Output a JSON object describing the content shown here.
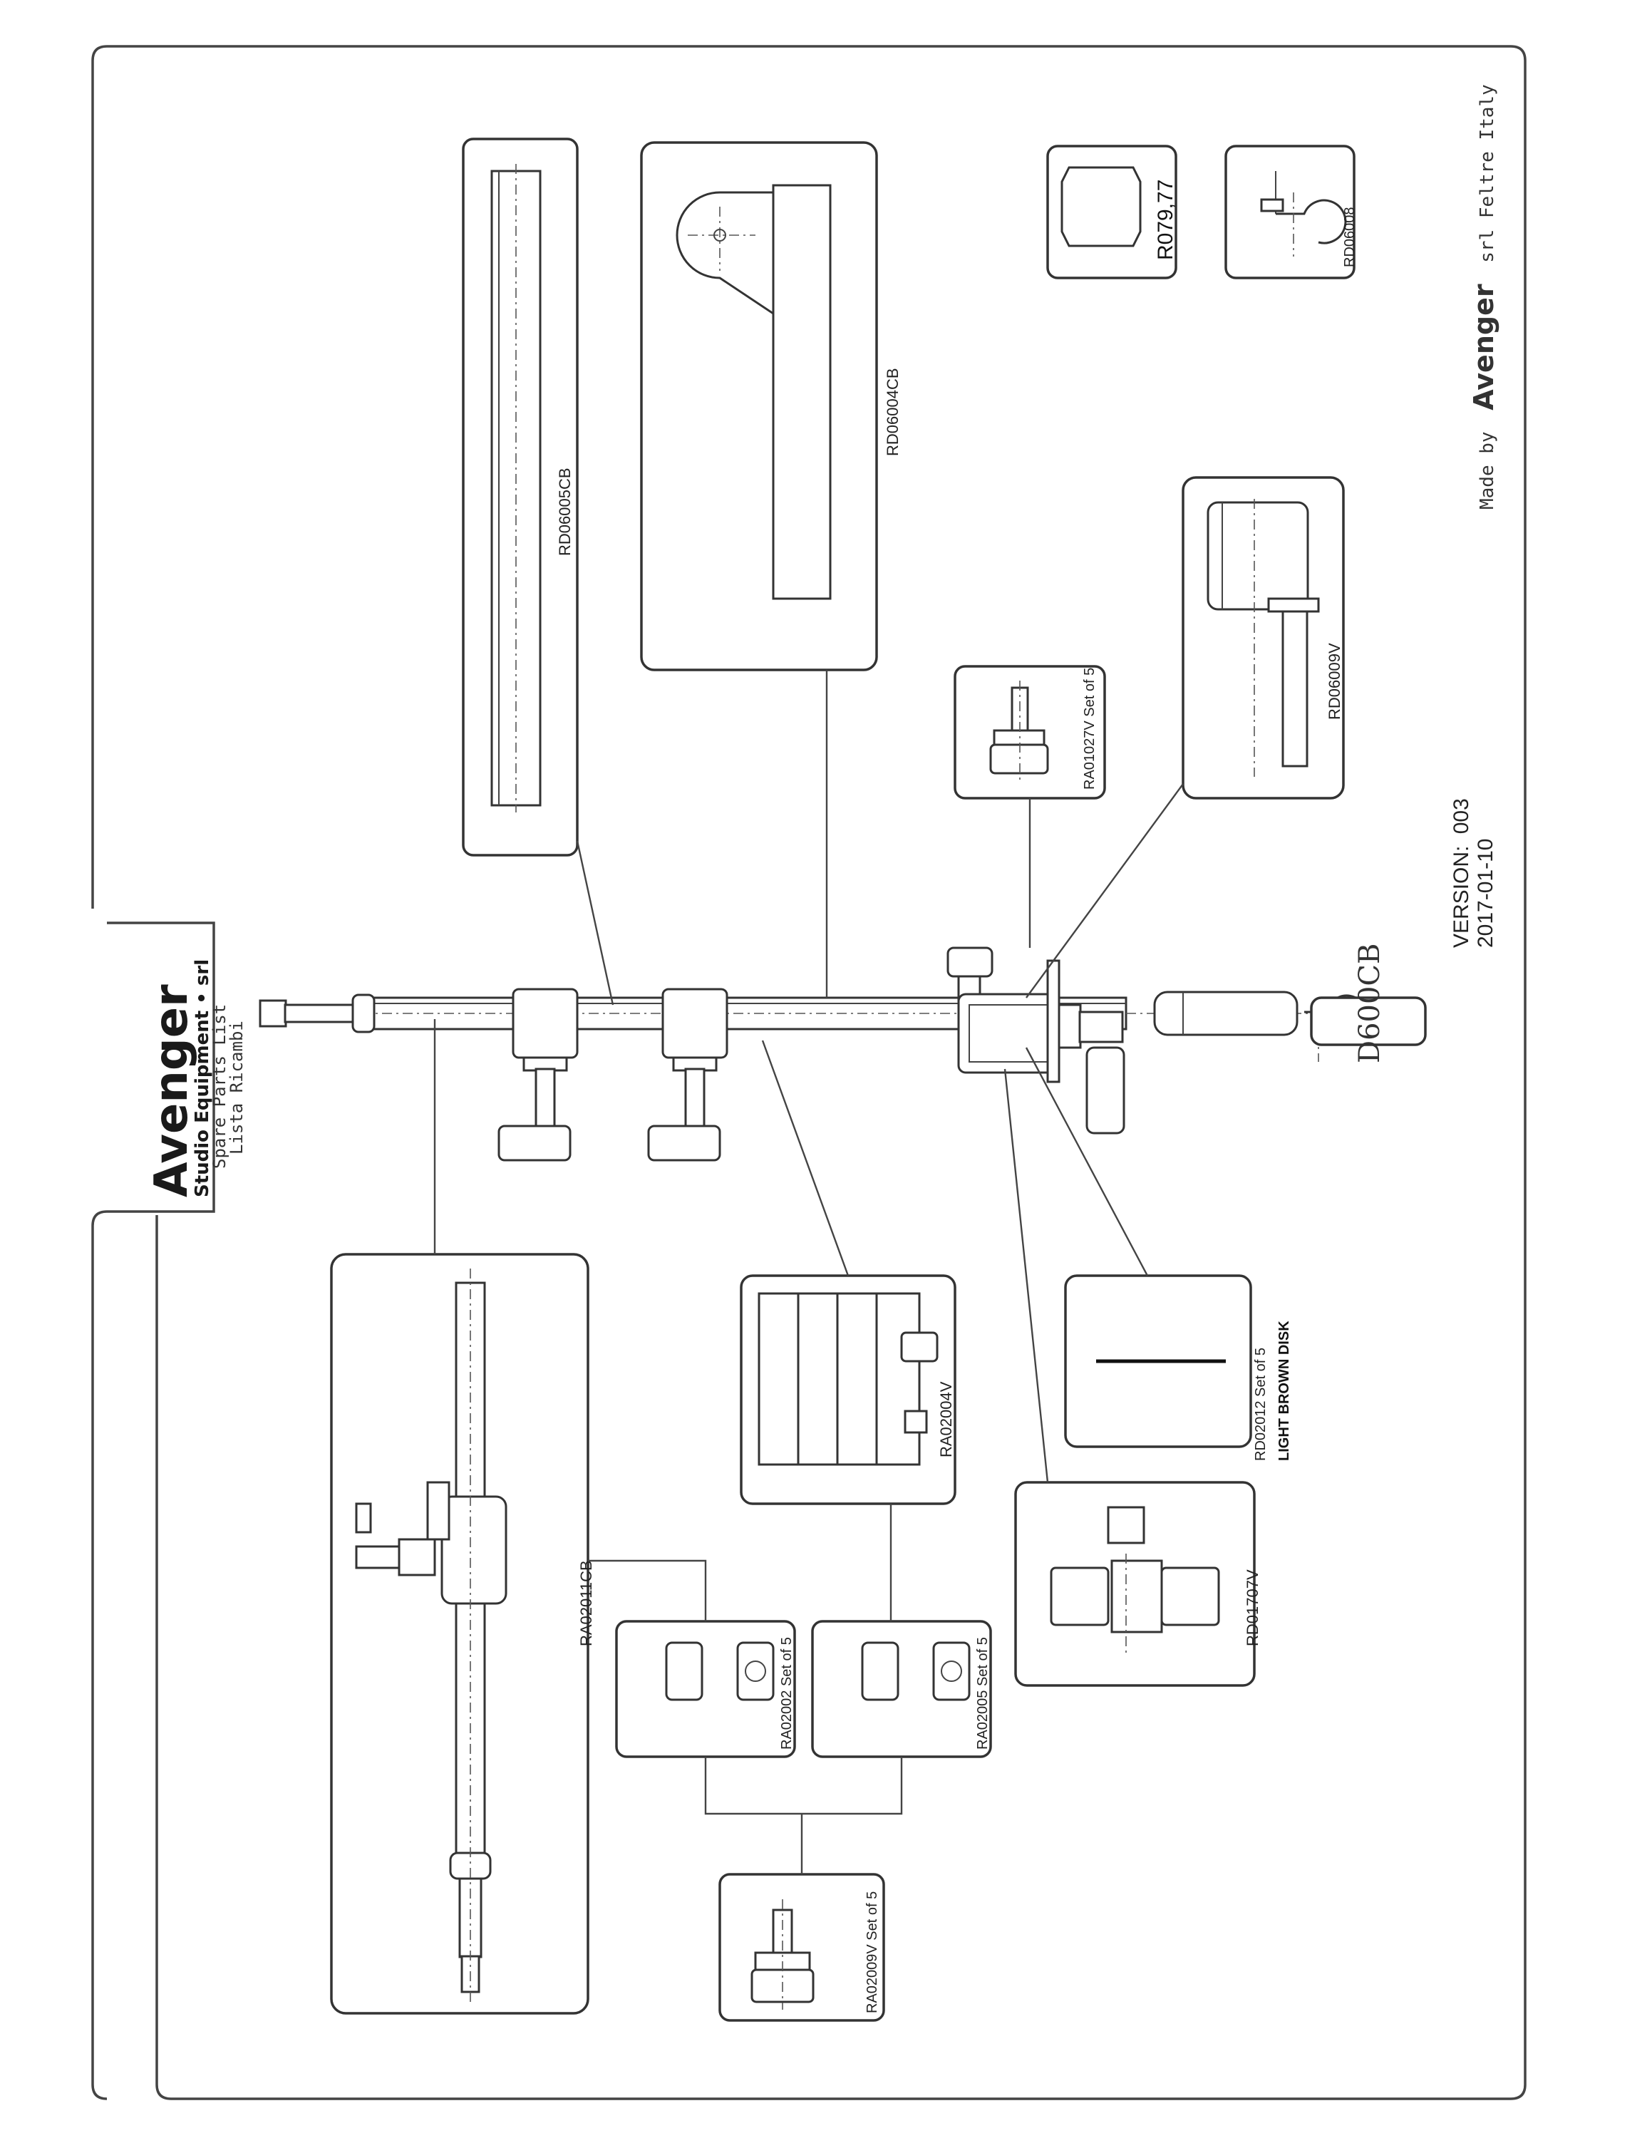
{
  "brand": {
    "name": "Avenger",
    "subtitle": "Studio Equipment • srl",
    "line_en": "Spare Parts List",
    "line_it": "Lista Ricambi"
  },
  "model": "D600CB",
  "version": {
    "label": "VERSION:",
    "number": "003",
    "date": "2017-01-10"
  },
  "footer": {
    "made_by": "Made by",
    "company": "Avenger",
    "rest": "srl  Feltre Italy"
  },
  "parts": {
    "rd06005cb": "RD06005CB",
    "rd06004cb": "RD06004CB",
    "r07977": "R079,77",
    "rd06008": "RD06008",
    "rd06009v": "RD06009V",
    "ra01027v": "RA01027V Set of 5",
    "ra02011cb": "RA02011CB",
    "ra02004v": "RA02004V",
    "rd02012": "RD02012 Set of 5",
    "rd02012_note": "LIGHT BROWN DISK",
    "rd01707v": "RD01707V",
    "ra02002": "RA02002 Set of 5",
    "ra02005": "RA02005 Set of 5",
    "ra02009v": "RA02009V Set of 5"
  }
}
